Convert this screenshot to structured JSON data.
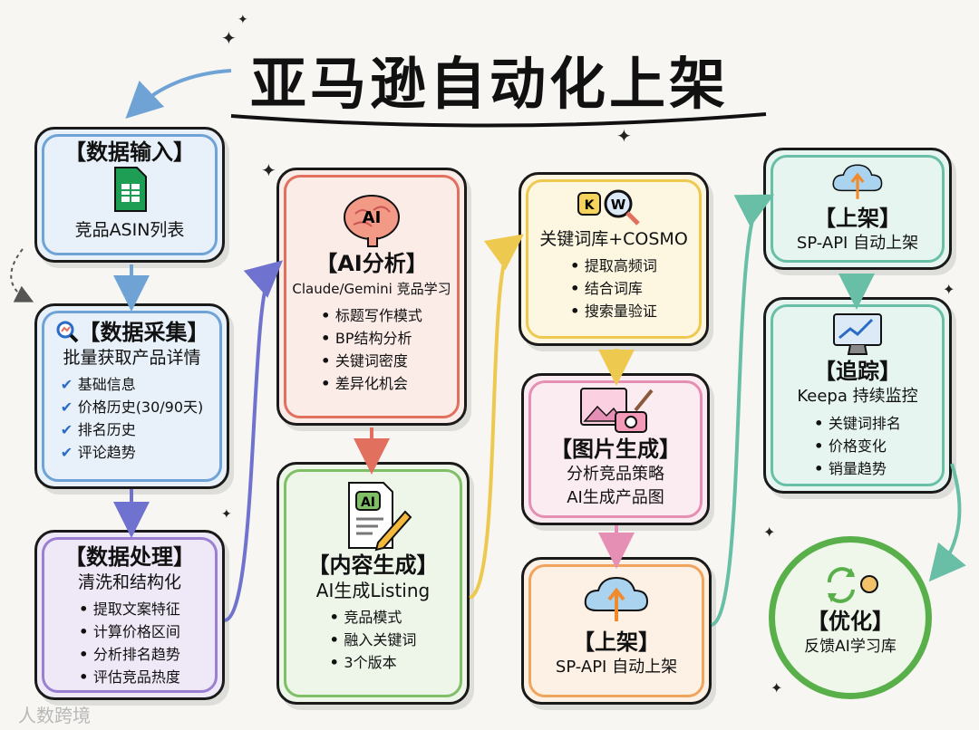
{
  "title": "亚马逊自动化上架",
  "watermark": "人数跨境",
  "steps": {
    "input": {
      "header": "【数据输入】",
      "subtitle": "竞品ASIN列表",
      "icon": "spreadsheet-icon",
      "color": "#6fa3d6"
    },
    "collect": {
      "header": "【数据采集】",
      "subtitle": "批量获取产品详情",
      "items": [
        "基础信息",
        "价格历史(30/90天)",
        "排名历史",
        "评论趋势"
      ],
      "icon": "search-magnifier-icon",
      "color": "#6fa3d6"
    },
    "process": {
      "header": "【数据处理】",
      "subtitle": "清洗和结构化",
      "items": [
        "提取文案特征",
        "计算价格区间",
        "分析排名趋势",
        "评估竞品热度"
      ],
      "color": "#9b7fd1"
    },
    "ai": {
      "header": "【AI分析】",
      "subtitle": "Claude/Gemini 竞品学习",
      "items": [
        "标题写作模式",
        "BP结构分析",
        "关键词密度",
        "差异化机会"
      ],
      "icon": "ai-brain-icon",
      "badge": "AI",
      "color": "#e1705f"
    },
    "content": {
      "header": "【内容生成】",
      "subtitle": "AI生成Listing",
      "items": [
        "竞品模式",
        "融入关键词",
        "3个版本"
      ],
      "icon": "ai-document-pencil-icon",
      "badge": "AI",
      "color": "#7fbf66"
    },
    "keywords": {
      "header": "关键词库+COSMO",
      "items": [
        "提取高频词",
        "结合词库",
        "搜索量验证"
      ],
      "icon": "keyword-search-icon",
      "badges": [
        "K",
        "W"
      ],
      "color": "#edc94f"
    },
    "images": {
      "header": "【图片生成】",
      "subtitle": "分析竞品策略",
      "subtitle2": "AI生成产品图",
      "icon": "image-camera-icon",
      "color": "#e68fb5"
    },
    "listing_mid": {
      "header": "【上架】",
      "subtitle": "SP-API 自动上架",
      "icon": "cloud-upload-icon",
      "color": "#f0a45d"
    },
    "listing_top": {
      "header": "【上架】",
      "subtitle": "SP-API 自动上架",
      "icon": "cloud-upload-icon",
      "color": "#68bfa6"
    },
    "track": {
      "header": "【追踪】",
      "subtitle": "Keepa 持续监控",
      "items": [
        "关键词排名",
        "价格变化",
        "销量趋势"
      ],
      "icon": "monitor-chart-icon",
      "color": "#68bfa6"
    },
    "optimize": {
      "header": "【优化】",
      "subtitle": "反馈AI学习库",
      "icon": "refresh-brain-icon",
      "color": "#59b04a"
    }
  }
}
